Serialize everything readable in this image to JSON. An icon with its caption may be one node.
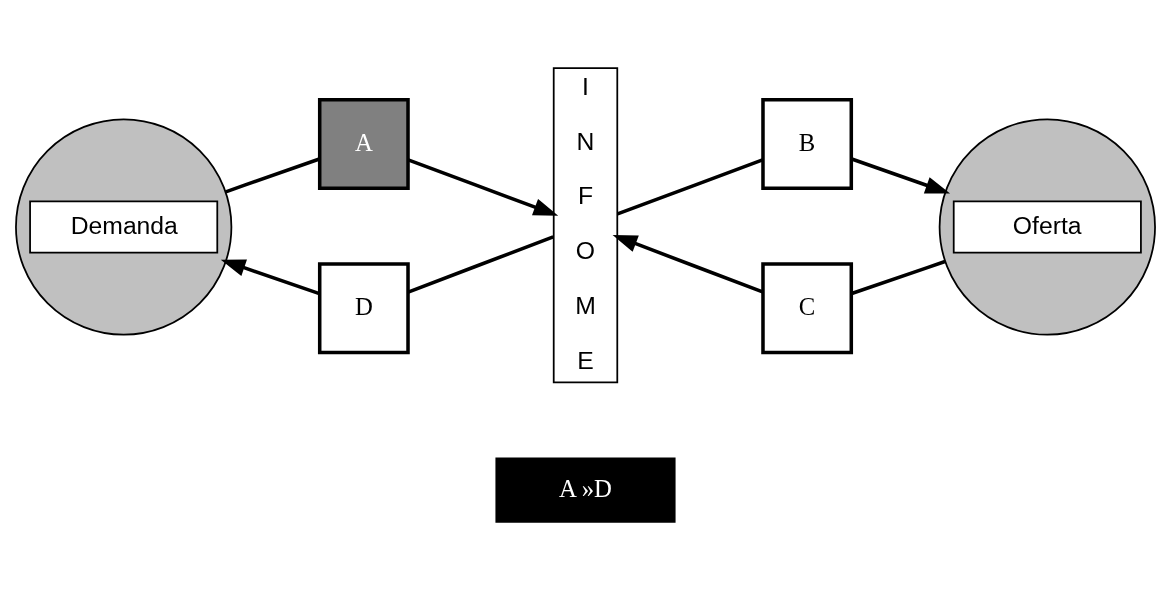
{
  "diagram": {
    "nodes": [
      {
        "text": [
          "Demanda"
        ]
      },
      {
        "text": [
          "A"
        ]
      },
      {
        "text": [
          "I N F O M E"
        ]
      },
      {
        "text": [
          "B"
        ]
      },
      {
        "text": [
          "Oferta"
        ]
      },
      {
        "text": [
          "C"
        ]
      },
      {
        "text": [
          "D"
        ]
      },
      {
        "text": [
          "A »D"
        ]
      }
    ],
    "edges": [
      {
        "from": 0,
        "to": 1,
        "arrow": "none"
      },
      {
        "from": 1,
        "to": 2,
        "arrow": "to"
      },
      {
        "from": 2,
        "to": 3,
        "arrow": "none"
      },
      {
        "from": 3,
        "to": 4,
        "arrow": "to"
      },
      {
        "from": 4,
        "to": 5,
        "arrow": "none"
      },
      {
        "from": 5,
        "to": 2,
        "arrow": "to"
      },
      {
        "from": 2,
        "to": 6,
        "arrow": "none"
      },
      {
        "from": 6,
        "to": 0,
        "arrow": "to"
      }
    ]
  }
}
